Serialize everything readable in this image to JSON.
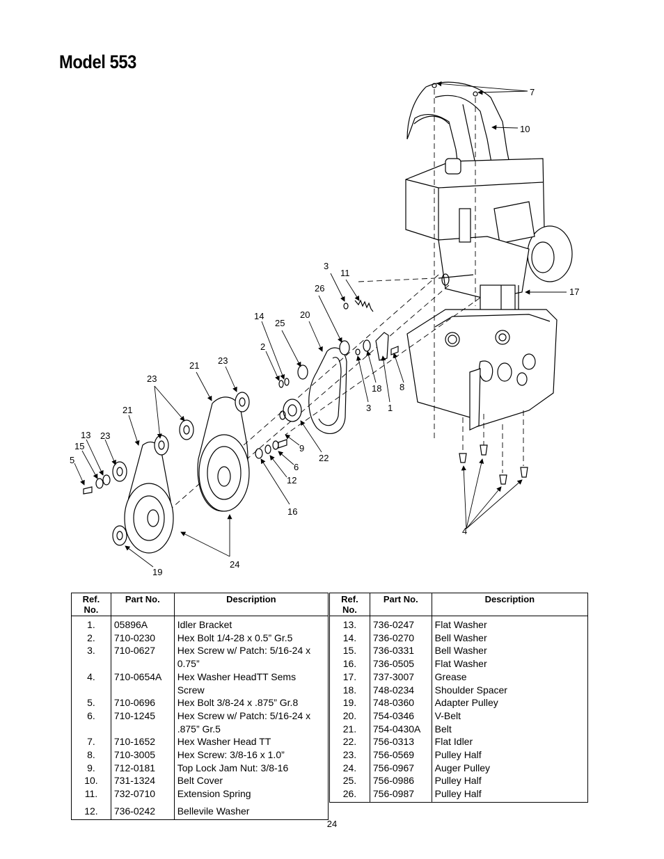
{
  "title": "Model 553",
  "page_number": "24",
  "callouts": [
    "7",
    "10",
    "17",
    "3",
    "11",
    "26",
    "20",
    "14",
    "25",
    "2",
    "23",
    "21",
    "23",
    "21",
    "13",
    "23",
    "15",
    "5",
    "8",
    "18",
    "3",
    "1",
    "9",
    "22",
    "6",
    "12",
    "16",
    "24",
    "19",
    "4"
  ],
  "table_headers": {
    "ref": "Ref. No.",
    "part": "Part No.",
    "desc": "Description"
  },
  "parts_left": [
    {
      "ref": "1.",
      "part": "05896A",
      "desc": "Idler Bracket"
    },
    {
      "ref": "2.",
      "part": "710-0230",
      "desc": "Hex Bolt 1/4-28 x 0.5” Gr.5"
    },
    {
      "ref": "3.",
      "part": "710-0627",
      "desc": "Hex Screw w/ Patch: 5/16-24 x 0.75”"
    },
    {
      "ref": "4.",
      "part": "710-0654A",
      "desc": "Hex Washer HeadTT Sems Screw"
    },
    {
      "ref": "5.",
      "part": "710-0696",
      "desc": "Hex Bolt 3/8-24 x .875” Gr.8"
    },
    {
      "ref": "6.",
      "part": "710-1245",
      "desc": "Hex Screw w/ Patch: 5/16-24 x .875” Gr.5"
    },
    {
      "ref": "7.",
      "part": "710-1652",
      "desc": "Hex Washer Head TT"
    },
    {
      "ref": "8.",
      "part": "710-3005",
      "desc": "Hex Screw: 3/8-16 x 1.0”"
    },
    {
      "ref": "9.",
      "part": "712-0181",
      "desc": "Top Lock Jam Nut: 3/8-16"
    },
    {
      "ref": "10.",
      "part": "731-1324",
      "desc": "Belt Cover"
    },
    {
      "ref": "11.",
      "part": "732-0710",
      "desc": "Extension Spring"
    },
    {
      "ref": "12.",
      "part": "736-0242",
      "desc": "Bellevile Washer"
    }
  ],
  "parts_right": [
    {
      "ref": "13.",
      "part": "736-0247",
      "desc": "Flat Washer"
    },
    {
      "ref": "14.",
      "part": "736-0270",
      "desc": "Bell Washer"
    },
    {
      "ref": "15.",
      "part": "736-0331",
      "desc": "Bell Washer"
    },
    {
      "ref": "16.",
      "part": "736-0505",
      "desc": "Flat Washer"
    },
    {
      "ref": "17.",
      "part": "737-3007",
      "desc": "Grease"
    },
    {
      "ref": "18.",
      "part": "748-0234",
      "desc": "Shoulder Spacer"
    },
    {
      "ref": "19.",
      "part": "748-0360",
      "desc": "Adapter Pulley"
    },
    {
      "ref": "20.",
      "part": "754-0346",
      "desc": "V-Belt"
    },
    {
      "ref": "21.",
      "part": "754-0430A",
      "desc": "Belt"
    },
    {
      "ref": "22.",
      "part": "756-0313",
      "desc": "Flat Idler"
    },
    {
      "ref": "23.",
      "part": "756-0569",
      "desc": "Pulley Half"
    },
    {
      "ref": "24.",
      "part": "756-0967",
      "desc": "Auger Pulley"
    },
    {
      "ref": "25.",
      "part": "756-0986",
      "desc": "Pulley Half"
    },
    {
      "ref": "26.",
      "part": "756-0987",
      "desc": "Pulley Half"
    }
  ]
}
